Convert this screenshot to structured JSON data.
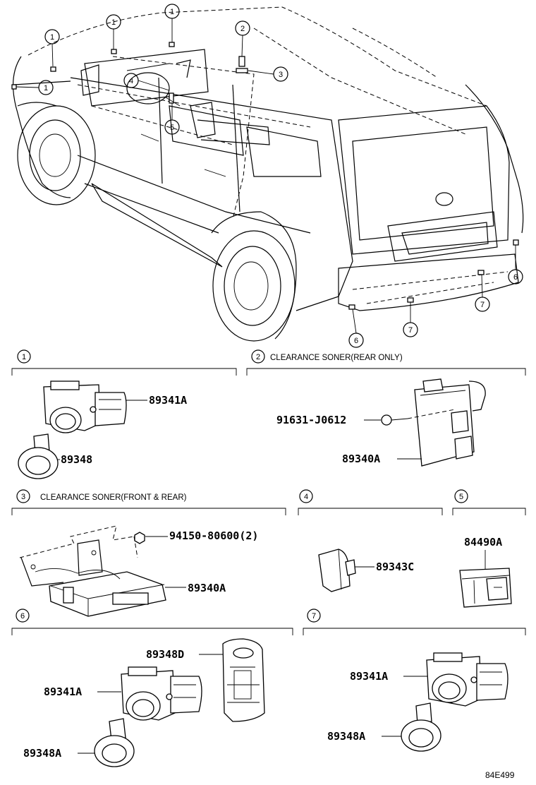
{
  "callouts": {
    "c1": "1",
    "c2": "2",
    "c3": "3",
    "c4": "4",
    "c5": "5",
    "c6": "6",
    "c7": "7"
  },
  "sections": {
    "s1": {
      "num": "1"
    },
    "s2": {
      "num": "2",
      "title": "CLEARANCE SONER(REAR ONLY)"
    },
    "s3": {
      "num": "3",
      "title": "CLEARANCE SONER(FRONT & REAR)"
    },
    "s4": {
      "num": "4"
    },
    "s5": {
      "num": "5"
    },
    "s6": {
      "num": "6"
    },
    "s7": {
      "num": "7"
    }
  },
  "parts": {
    "p89341A_1": "89341A",
    "p89348": "89348",
    "p91631": "91631-J0612",
    "p89340A_2": "89340A",
    "p94150": "94150-80600(2)",
    "p89340A_3": "89340A",
    "p89343C": "89343C",
    "p84490A": "84490A",
    "p89348D": "89348D",
    "p89341A_6": "89341A",
    "p89348A_6": "89348A",
    "p89341A_7": "89341A",
    "p89348A_7": "89348A"
  },
  "diagram_code": "84E499"
}
